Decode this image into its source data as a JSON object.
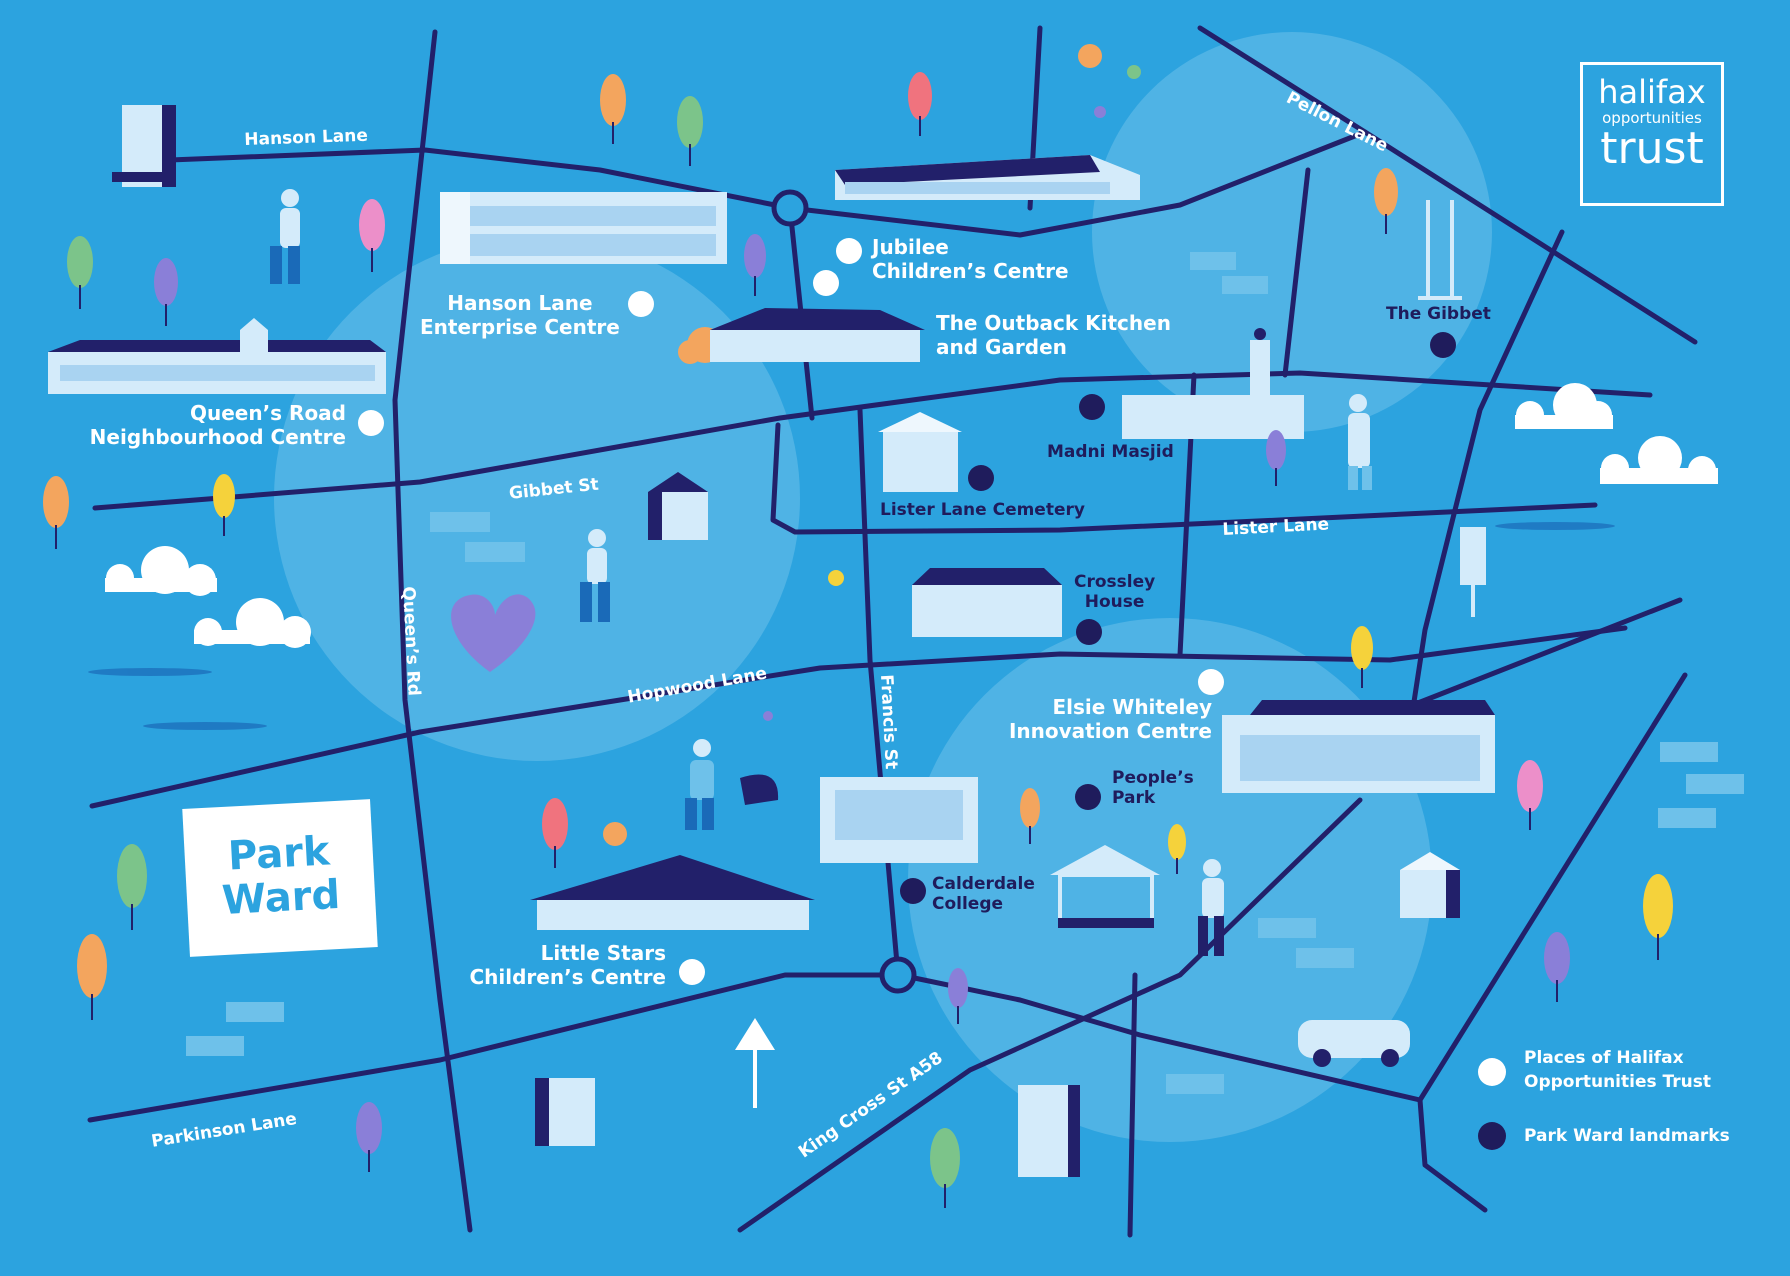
{
  "logo": {
    "line1": "halifax",
    "line2": "opportunities",
    "line3": "trust"
  },
  "ward_sign": {
    "line1": "Park",
    "line2": "Ward"
  },
  "roads": {
    "hanson_lane": "Hanson Lane",
    "pellon_lane": "Pellon Lane",
    "gibbet_st": "Gibbet St",
    "queens_rd": "Queen’s Rd",
    "hopwood_lane": "Hopwood Lane",
    "francis_st": "Francis St",
    "lister_lane": "Lister Lane",
    "parkinson_lane": "Parkinson Lane",
    "king_cross": "King Cross St A58"
  },
  "places": {
    "jubilee": {
      "line1": "Jubilee",
      "line2": "Children’s Centre"
    },
    "hanson_enterprise": {
      "line1": "Hanson Lane",
      "line2": "Enterprise Centre"
    },
    "outback": {
      "line1": "The Outback Kitchen",
      "line2": "and Garden"
    },
    "queens_road": {
      "line1": "Queen’s Road",
      "line2": "Neighbourhood Centre"
    },
    "elsie": {
      "line1": "Elsie Whiteley",
      "line2": "Innovation Centre"
    },
    "little_stars": {
      "line1": "Little Stars",
      "line2": "Children’s Centre"
    }
  },
  "landmarks": {
    "gibbet": "The Gibbet",
    "madni": "Madni Masjid",
    "lister_cemetery": "Lister Lane Cemetery",
    "crossley": {
      "line1": "Crossley",
      "line2": "House"
    },
    "peoples_park": {
      "line1": "People’s",
      "line2": "Park"
    },
    "calderdale": {
      "line1": "Calderdale",
      "line2": "College"
    }
  },
  "legend": {
    "places": {
      "line1": "Places of Halifax",
      "line2": "Opportunities Trust"
    },
    "landmarks": "Park Ward landmarks"
  },
  "colors": {
    "background": "#2ca3df",
    "road": "#22206a",
    "zone": "#6ec1ea",
    "place_marker": "#ffffff",
    "landmark_marker": "#1f1c5c",
    "building": "#d4ebfa"
  }
}
